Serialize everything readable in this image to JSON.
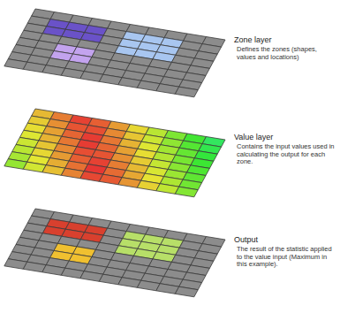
{
  "diagram": {
    "labels": [
      "Zone layer",
      "Defines the zones (shapes, values and locations)",
      "Value layer",
      "Contains the input values used in calculating the output for each zone.",
      "Output",
      "The result of the statistic applied to the value input (Maximum in this example)."
    ]
  }
}
